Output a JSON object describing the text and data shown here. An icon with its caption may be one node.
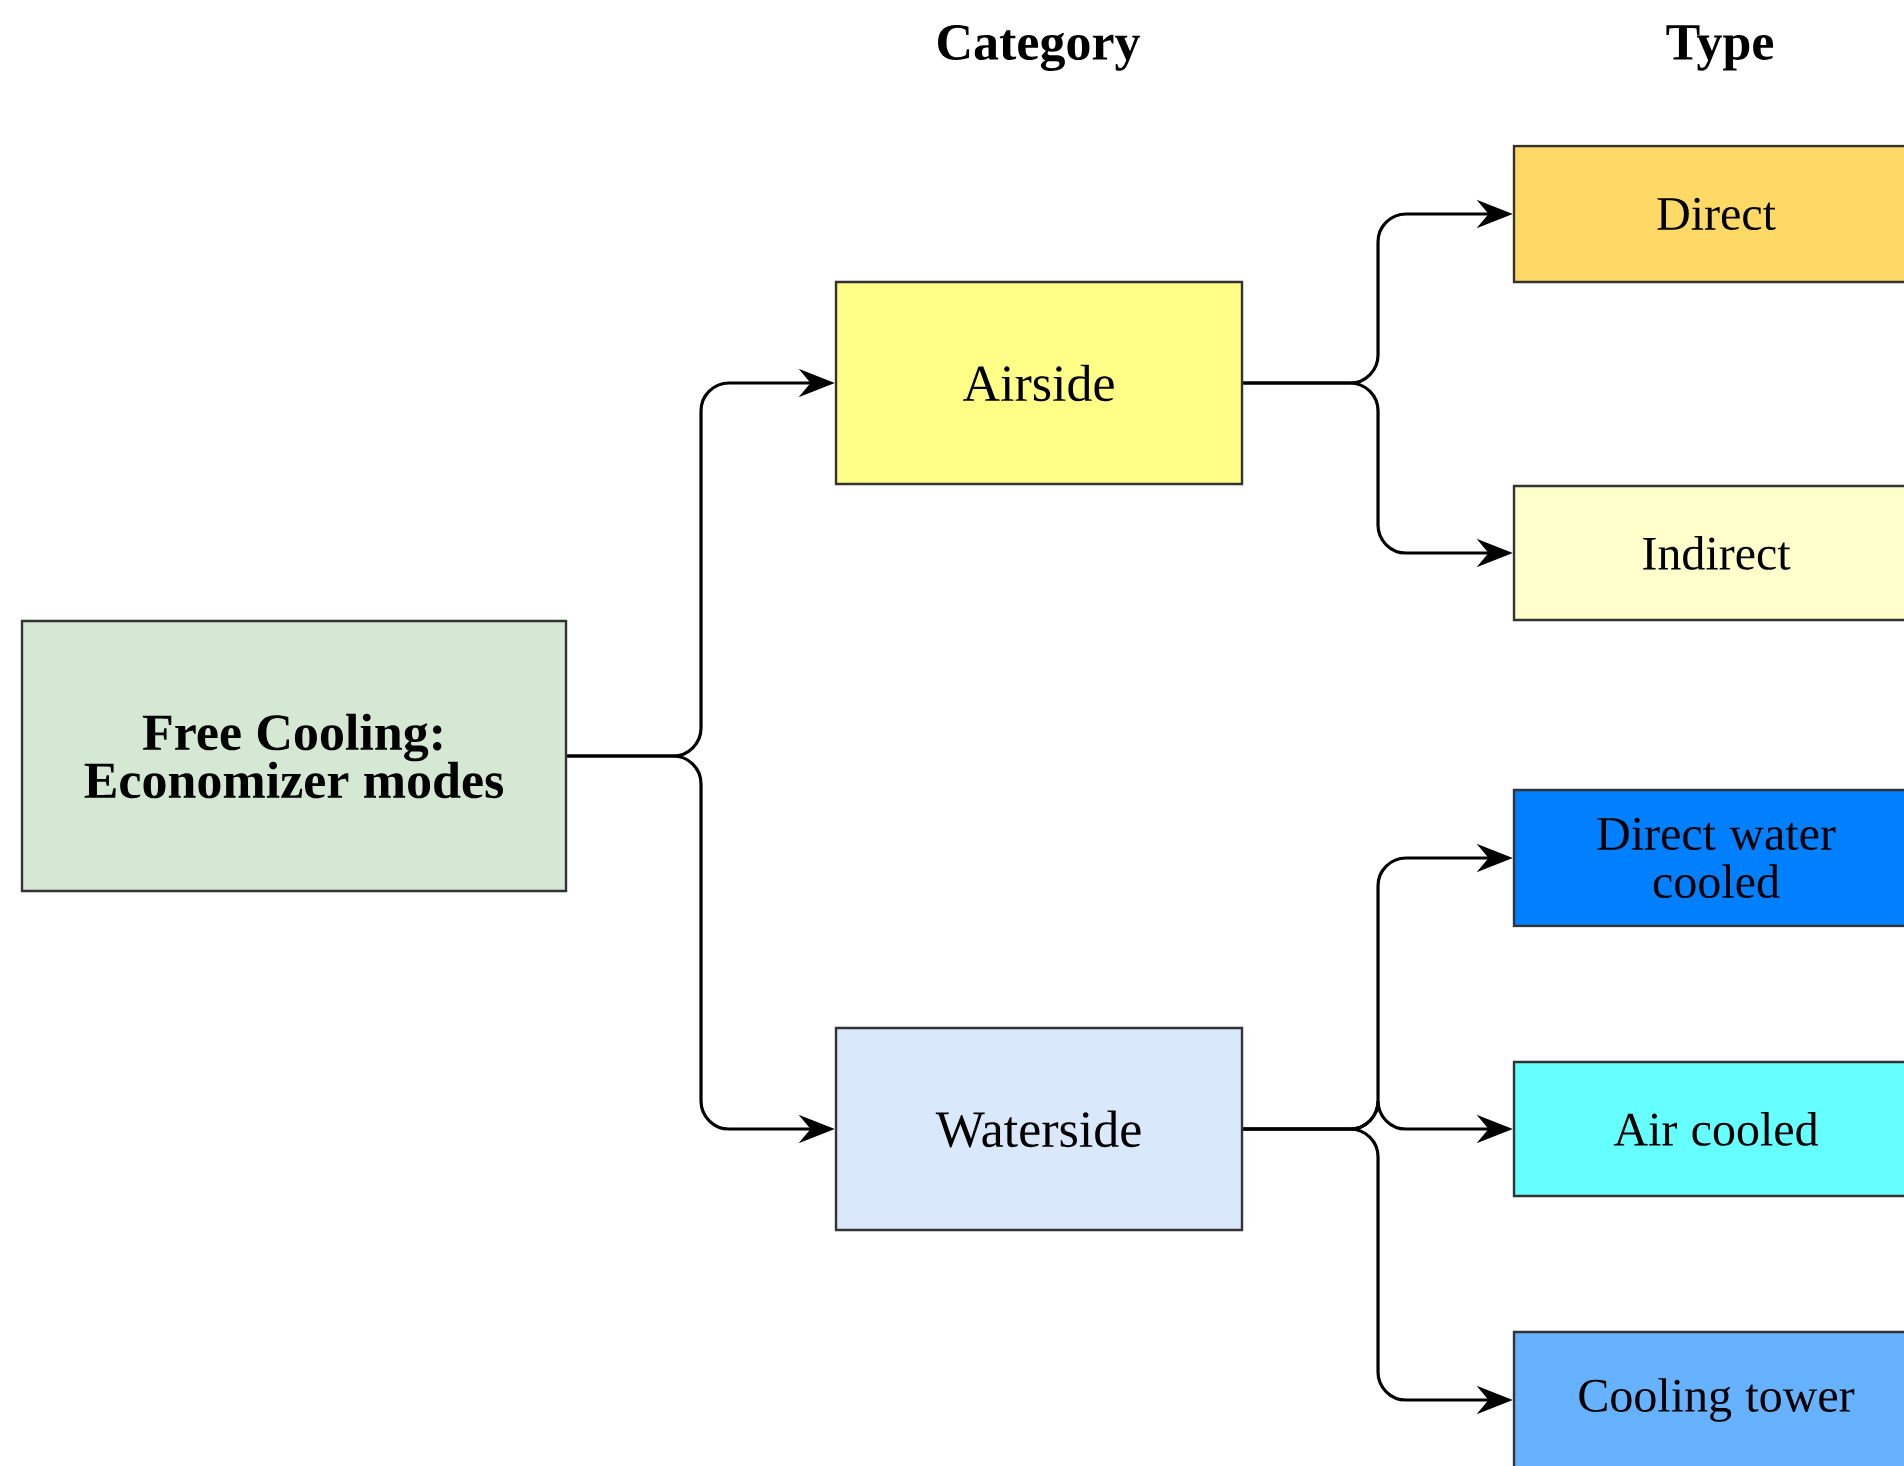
{
  "diagram": {
    "nodes": [
      {
        "text": [
          "Free Cooling: Economizer modes"
        ]
      },
      {
        "text": [
          "Airside"
        ]
      },
      {
        "text": [
          "Waterside"
        ]
      },
      {
        "text": [
          "Direct"
        ]
      },
      {
        "text": [
          "Indirect"
        ]
      },
      {
        "text": [
          "Direct water cooled"
        ]
      },
      {
        "text": [
          "Air cooled"
        ]
      },
      {
        "text": [
          "Cooling tower"
        ]
      }
    ],
    "edges": [
      {
        "from": 0,
        "to": 1,
        "arrow": "to"
      },
      {
        "from": 0,
        "to": 2,
        "arrow": "to"
      },
      {
        "from": 1,
        "to": 3,
        "arrow": "to"
      },
      {
        "from": 1,
        "to": 4,
        "arrow": "to"
      },
      {
        "from": 2,
        "to": 5,
        "arrow": "to"
      },
      {
        "from": 2,
        "to": 6,
        "arrow": "to"
      },
      {
        "from": 2,
        "to": 7,
        "arrow": "to"
      }
    ],
    "labels": [
      "Category",
      "Type"
    ]
  }
}
